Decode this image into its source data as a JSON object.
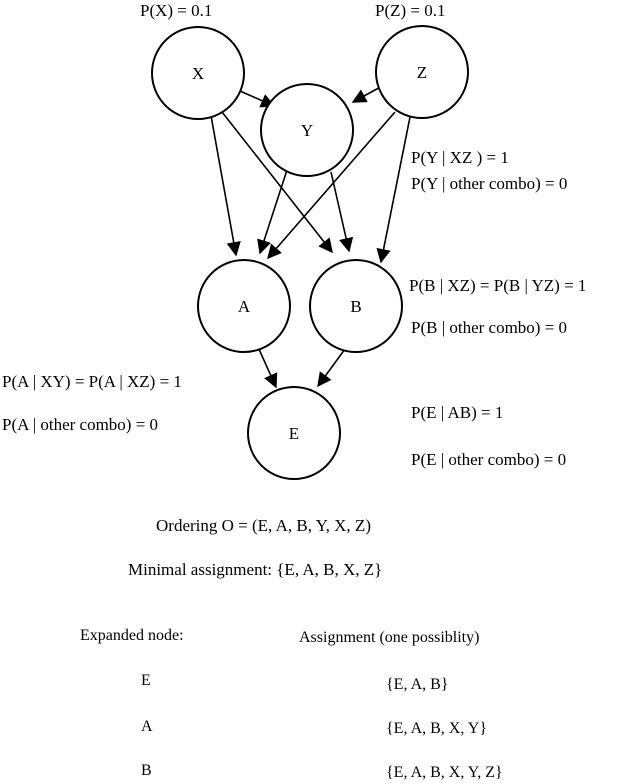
{
  "nodes": {
    "X": "X",
    "Z": "Z",
    "Y": "Y",
    "A": "A",
    "B": "B",
    "E": "E"
  },
  "probabilities": {
    "px": "P(X) = 0.1",
    "pz": "P(Z) = 0.1",
    "py_xz": "P(Y | XZ ) = 1",
    "py_other": "P(Y | other combo) = 0",
    "pb_xz_yz": "P(B | XZ) = P(B | YZ) = 1",
    "pb_other": "P(B | other combo) = 0",
    "pa_xy_xz": "P(A | XY) = P(A | XZ) = 1",
    "pa_other": "P(A | other combo) = 0",
    "pe_ab": "P(E | AB) = 1",
    "pe_other": "P(E | other combo) = 0"
  },
  "ordering": "Ordering O = (E, A, B, Y, X, Z)",
  "minimal_assignment": "Minimal assignment: {E, A, B, X, Z}",
  "table": {
    "headers": [
      "Expanded node:",
      "Assignment (one possiblity)"
    ],
    "rows": [
      {
        "node": "E",
        "assignment": "{E, A, B}"
      },
      {
        "node": "A",
        "assignment": "{E, A, B, X, Y}"
      },
      {
        "node": "B",
        "assignment": "{E, A, B, X, Y, Z}"
      }
    ]
  }
}
